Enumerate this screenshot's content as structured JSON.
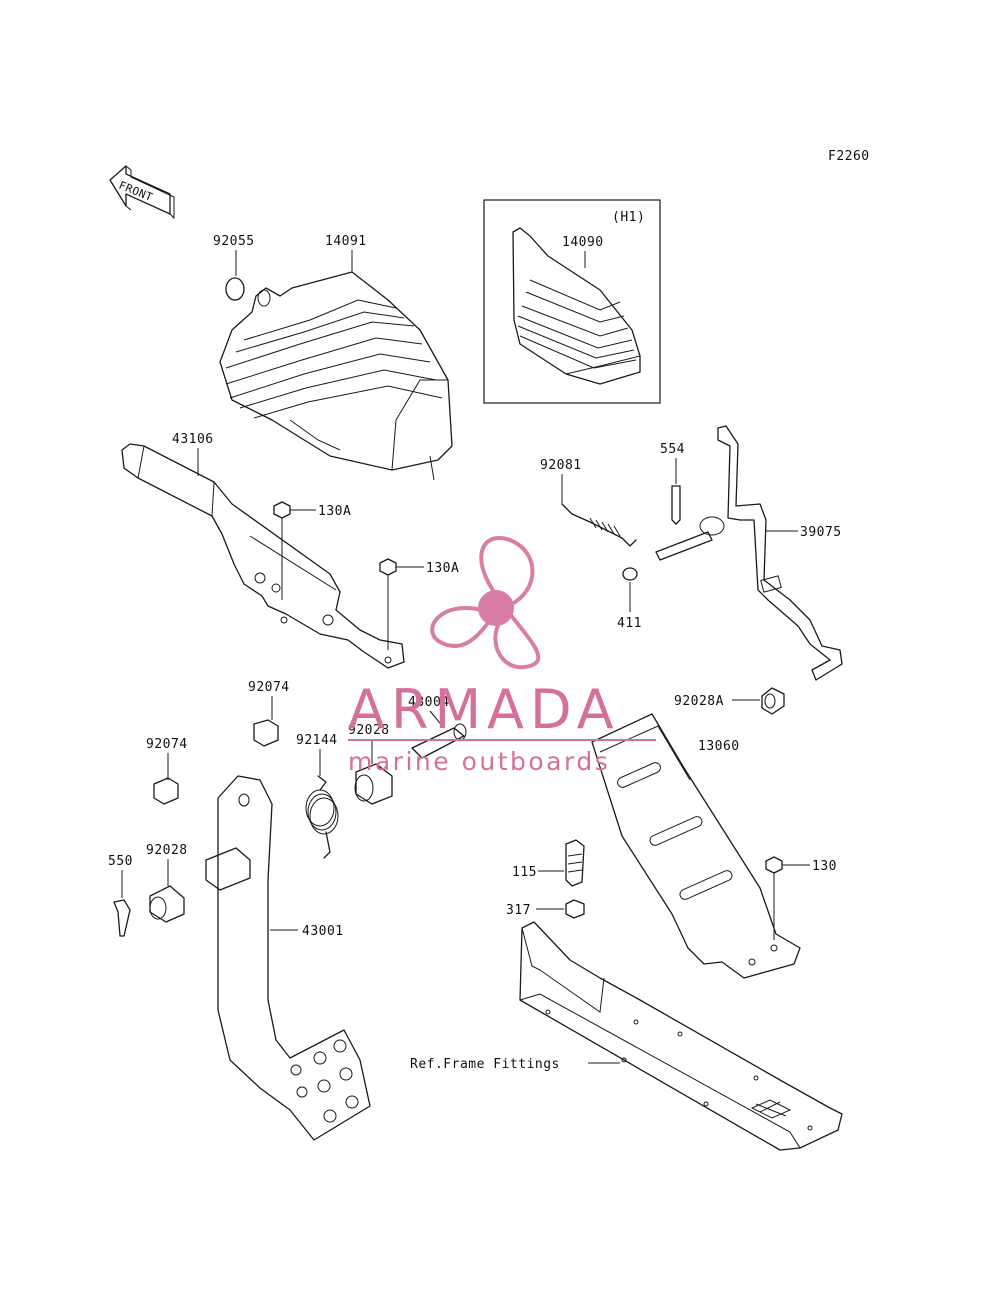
{
  "figure_code": "F2260",
  "front_arrow_label": "FRONT",
  "inset": {
    "tag": "(H1)",
    "part": "14090"
  },
  "labels": {
    "p92055": "92055",
    "p14091": "14091",
    "p43106": "43106",
    "p130A_1": "130A",
    "p130A_2": "130A",
    "p92081": "92081",
    "p554": "554",
    "p39075": "39075",
    "p411": "411",
    "p92074_1": "92074",
    "p92074_2": "92074",
    "p92144": "92144",
    "p92028_1": "92028",
    "p43004": "43004",
    "p92028A": "92028A",
    "p13060": "13060",
    "p550": "550",
    "p92028_2": "92028",
    "p43001": "43001",
    "p115": "115",
    "p130": "130",
    "p317": "317",
    "ref_frame": "Ref.Frame Fittings"
  },
  "watermark": {
    "name": "ARMADA",
    "tagline": "marine outboards",
    "color": "#d4709a"
  }
}
